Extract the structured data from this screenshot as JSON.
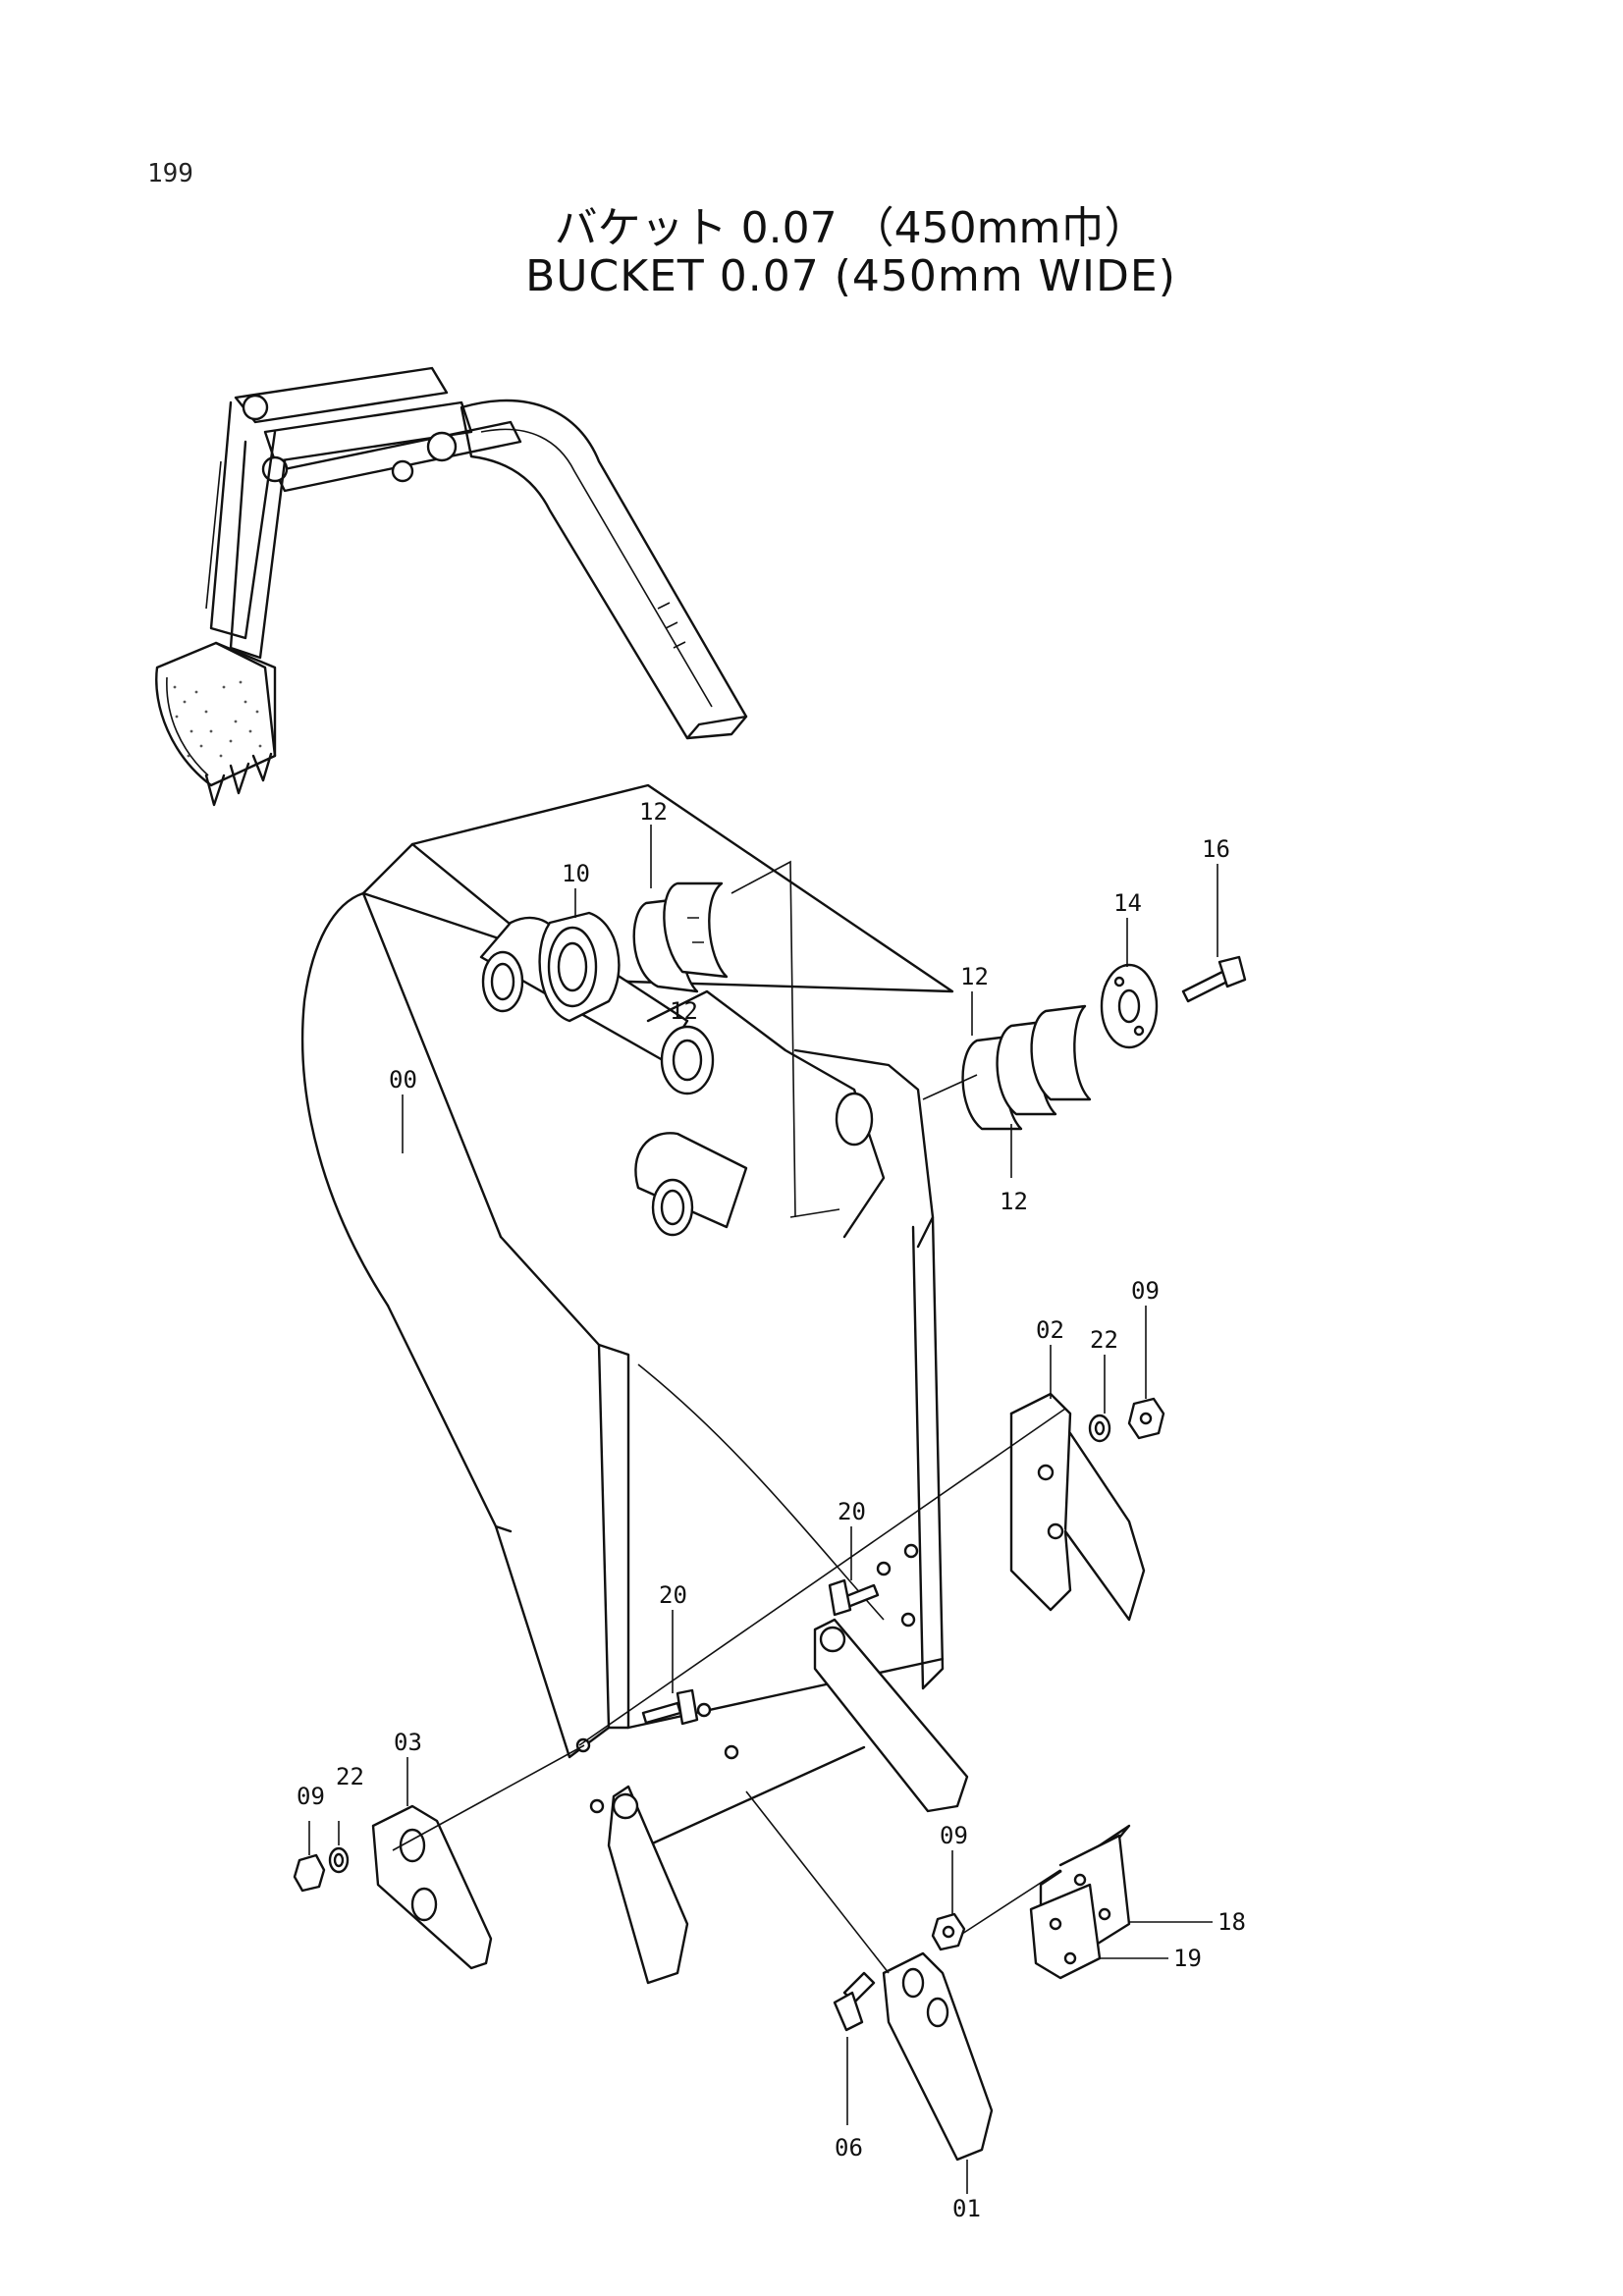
{
  "page_number": "199",
  "title_jp": "バケット 0.07 （450mm巾）",
  "title_en": "BUCKET 0.07 (450mm WIDE)",
  "callouts": [
    {
      "id": "c-12a",
      "text": "12"
    },
    {
      "id": "c-10",
      "text": "10"
    },
    {
      "id": "c-12b",
      "text": "12"
    },
    {
      "id": "c-16",
      "text": "16"
    },
    {
      "id": "c-14",
      "text": "14"
    },
    {
      "id": "c-12c",
      "text": "12"
    },
    {
      "id": "c-00",
      "text": "00"
    },
    {
      "id": "c-12d",
      "text": "12"
    },
    {
      "id": "c-09a",
      "text": "09"
    },
    {
      "id": "c-22a",
      "text": "22"
    },
    {
      "id": "c-02",
      "text": "02"
    },
    {
      "id": "c-20a",
      "text": "20"
    },
    {
      "id": "c-20b",
      "text": "20"
    },
    {
      "id": "c-03",
      "text": "03"
    },
    {
      "id": "c-22b",
      "text": "22"
    },
    {
      "id": "c-09b",
      "text": "09"
    },
    {
      "id": "c-09c",
      "text": "09"
    },
    {
      "id": "c-18",
      "text": "18"
    },
    {
      "id": "c-19",
      "text": "19"
    },
    {
      "id": "c-06",
      "text": "06"
    },
    {
      "id": "c-01",
      "text": "01"
    }
  ]
}
